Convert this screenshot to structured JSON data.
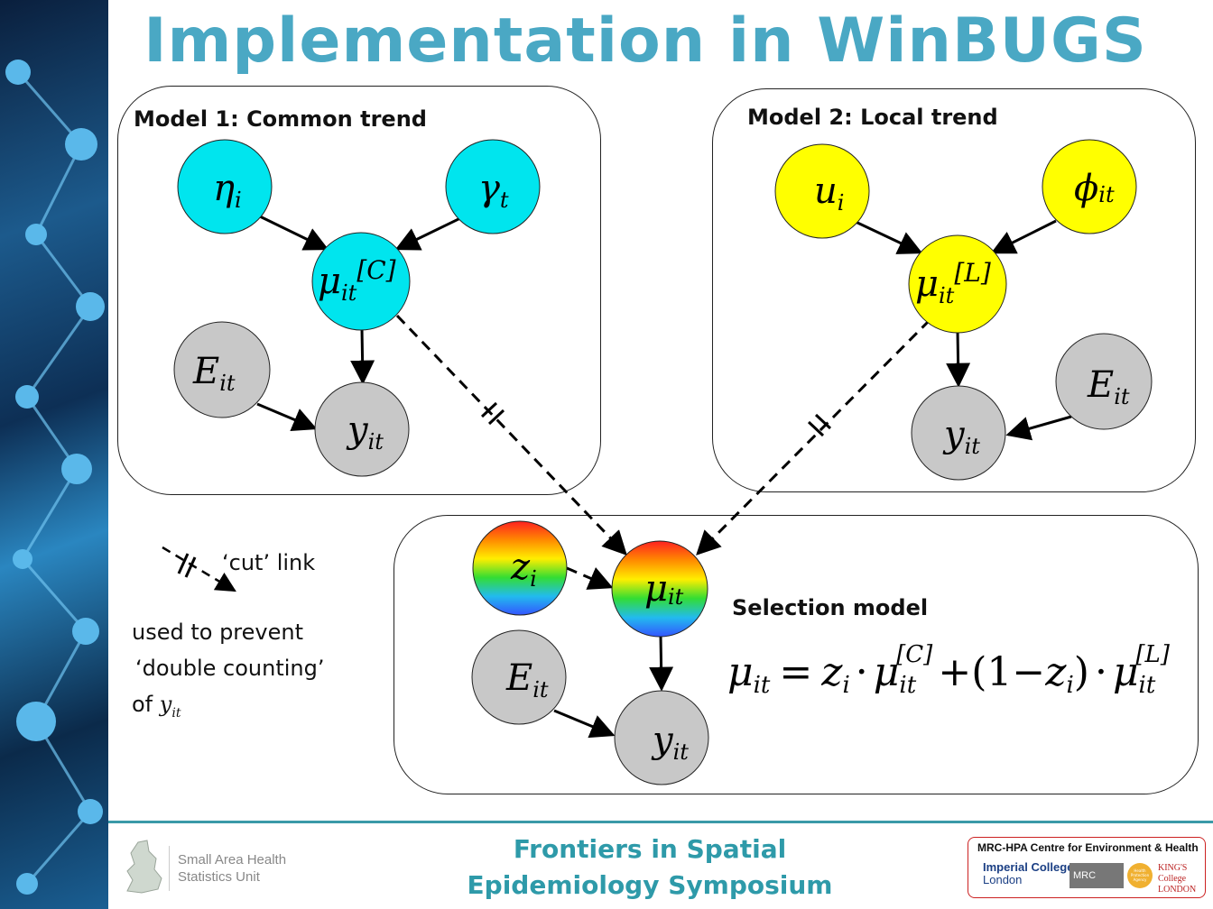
{
  "title": "Implementation in WinBUGS",
  "model1": {
    "heading": "Model 1: Common trend",
    "nodes": {
      "eta": "η",
      "eta_sub": "i",
      "gamma": "γ",
      "gamma_sub": "t",
      "mu": "μ",
      "mu_sub": "it",
      "mu_sup": "[C]",
      "E": "E",
      "E_sub": "it",
      "y": "y",
      "y_sub": "it"
    },
    "color": "#00e5ee"
  },
  "model2": {
    "heading": "Model 2: Local trend",
    "nodes": {
      "u": "u",
      "u_sub": "i",
      "phi": "ϕ",
      "phi_sub": "it",
      "mu": "μ",
      "mu_sub": "it",
      "mu_sup": "[L]",
      "E": "E",
      "E_sub": "it",
      "y": "y",
      "y_sub": "it"
    },
    "color": "#ffff00"
  },
  "selection": {
    "heading": "Selection model",
    "nodes": {
      "z": "z",
      "z_sub": "i",
      "mu": "μ",
      "mu_sub": "it",
      "E": "E",
      "E_sub": "it",
      "y": "y",
      "y_sub": "it"
    },
    "formula": {
      "lhs": "μ",
      "lhs_sub": "it",
      "eq": "=",
      "z": "z",
      "z_sub": "i",
      "dot": "·",
      "mu": "μ",
      "mu_sub": "it",
      "supC": "[C]",
      "plus": "+",
      "open": "(1",
      "minus": "−",
      "close": ")",
      "supL": "[L]"
    }
  },
  "legend": {
    "cut_label": "‘cut’ link",
    "note_line1": "used to prevent",
    "note_line2": "‘double counting’",
    "note_line3_prefix": "of",
    "note_var": "y",
    "note_sub": "it"
  },
  "grey_node_color": "#c8c8c8",
  "footer": {
    "unit_line1": "Small Area Health",
    "unit_line2": "Statistics Unit",
    "center_line1": "Frontiers in Spatial",
    "center_line2": "Epidemiology Symposium",
    "centre_name": "MRC-HPA Centre for Environment & Health",
    "icl_line1": "Imperial College",
    "icl_line2": "London",
    "mrc": "MRC",
    "hpa": "Health Protection Agency",
    "kcl_line1": "KING'S",
    "kcl_line2": "College",
    "kcl_line3": "LONDON"
  }
}
